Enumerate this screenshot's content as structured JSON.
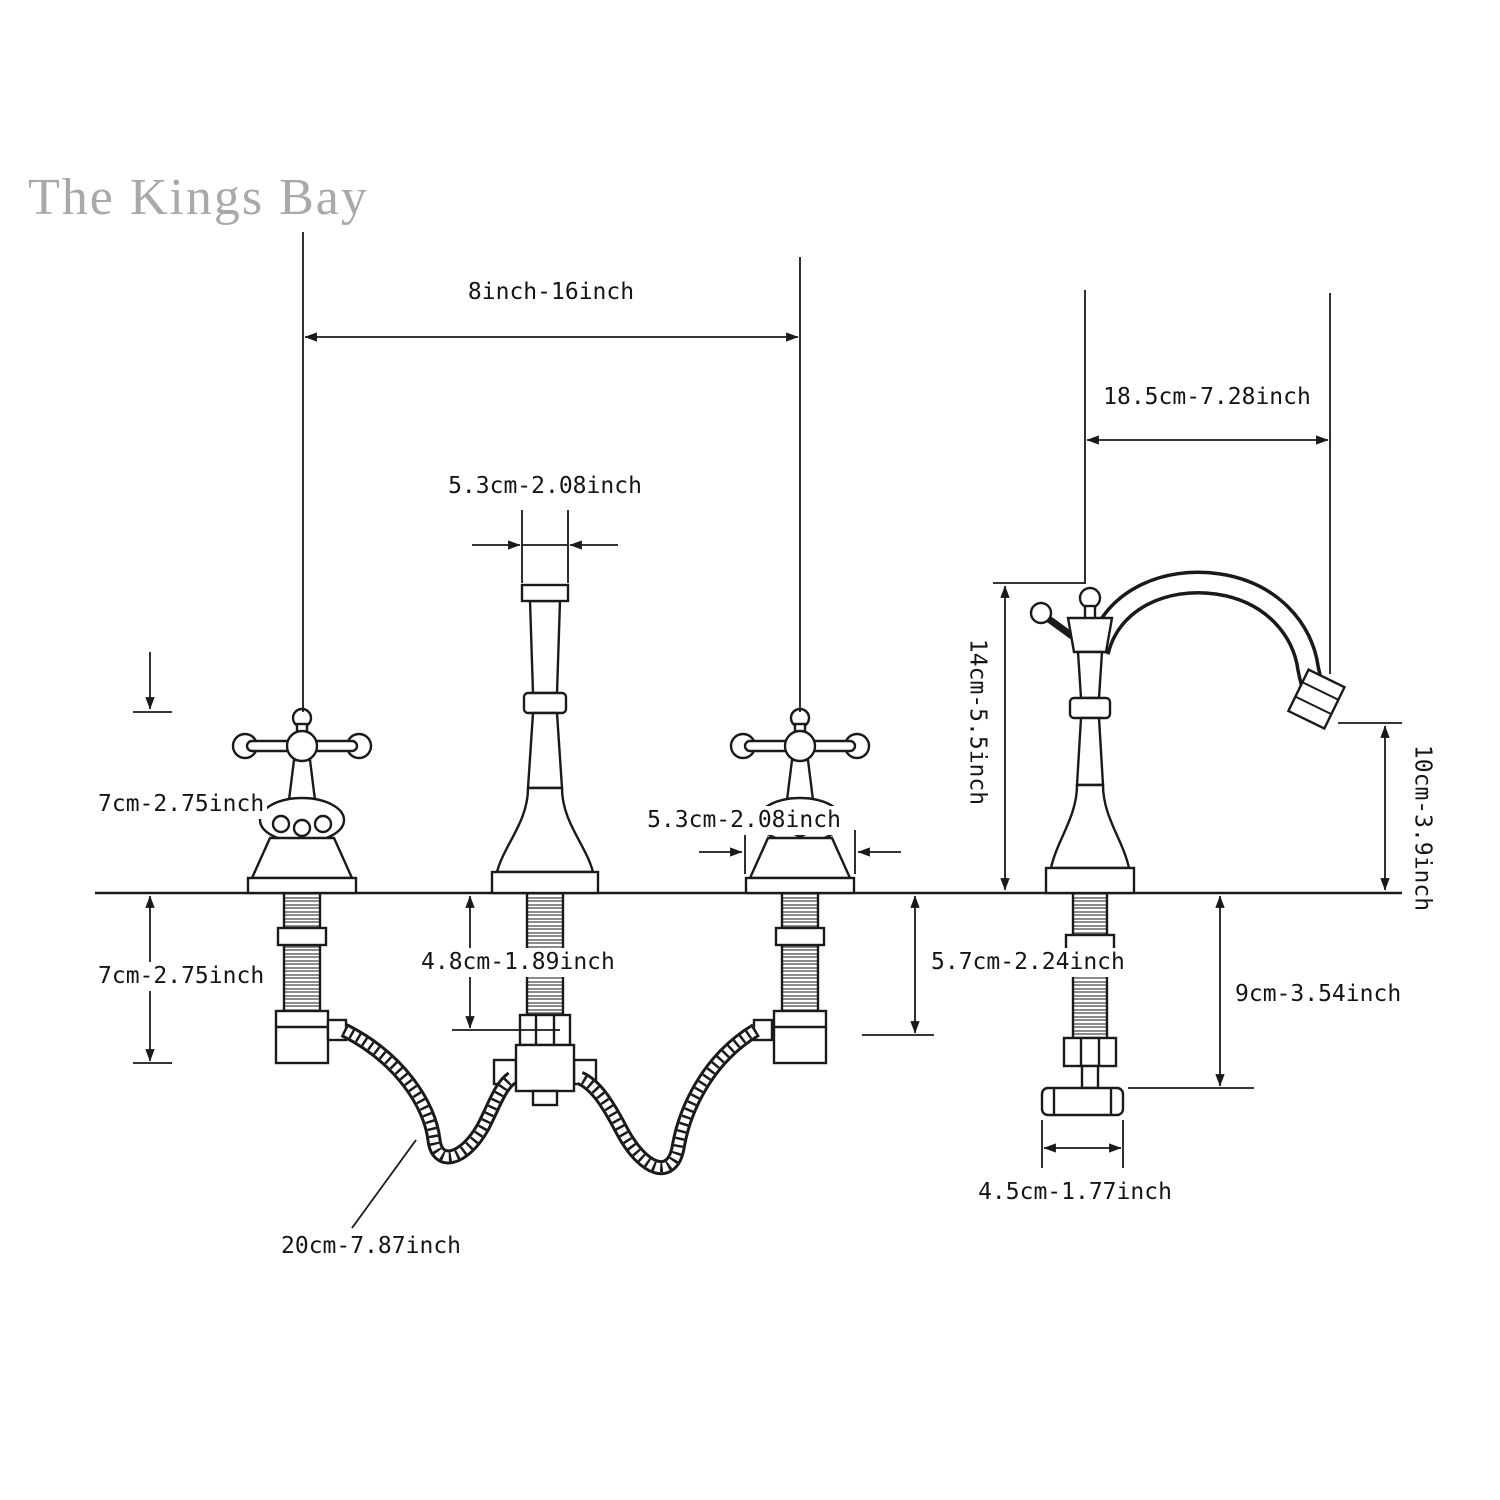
{
  "watermark": {
    "text": "The Kings Bay"
  },
  "diagram": {
    "line_color": "#1a1a1a",
    "watermark_color": "#a9a9a9",
    "labels": {
      "spread": "8inch-16inch",
      "spout_reach": "18.5cm-7.28inch",
      "spout_top_width": "5.3cm-2.08inch",
      "spout_height": "14cm-5.5inch",
      "outlet_height": "10cm-3.9inch",
      "handle_height": "7cm-2.75inch",
      "handle_depth_below_deck": "7cm-2.75inch",
      "center_shank_length": "4.8cm-1.89inch",
      "handle_base_width": "5.3cm-2.08inch",
      "handle_shank_length": "5.7cm-2.24inch",
      "spout_shank_length": "9cm-3.54inch",
      "inlet_fitting_width": "4.5cm-1.77inch",
      "hose_length": "20cm-7.87inch"
    }
  }
}
